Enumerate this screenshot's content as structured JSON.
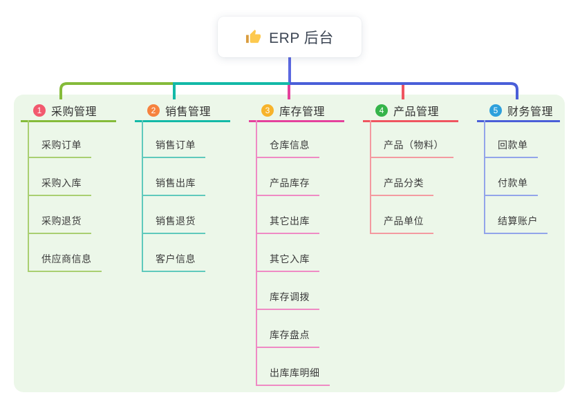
{
  "root": {
    "title": "ERP 后台",
    "icon": "thumbs-up-icon"
  },
  "panel": {
    "background": "#ecf7e9"
  },
  "connectors": {
    "root_line_color": "#5b68e0"
  },
  "branches": [
    {
      "number": "1",
      "label": "采购管理",
      "badge_color": "#f2596e",
      "line_color": "#85bb3a",
      "child_line_color": "#a9cf71",
      "children": [
        "采购订单",
        "采购入库",
        "采购退货",
        "供应商信息"
      ]
    },
    {
      "number": "2",
      "label": "销售管理",
      "badge_color": "#f6823e",
      "line_color": "#13b9a7",
      "child_line_color": "#5fc9bc",
      "children": [
        "销售订单",
        "销售出库",
        "销售退货",
        "客户信息"
      ]
    },
    {
      "number": "3",
      "label": "库存管理",
      "badge_color": "#f7b32b",
      "line_color": "#e4419c",
      "child_line_color": "#ef8ac4",
      "children": [
        "仓库信息",
        "产品库存",
        "其它出库",
        "其它入库",
        "库存调拨",
        "库存盘点",
        "出库库明细"
      ]
    },
    {
      "number": "4",
      "label": "产品管理",
      "badge_color": "#35b44a",
      "line_color": "#ef5560",
      "child_line_color": "#f49aa0",
      "children": [
        "产品（物料）",
        "产品分类",
        "产品单位"
      ]
    },
    {
      "number": "5",
      "label": "财务管理",
      "badge_color": "#2da0dc",
      "line_color": "#4a5fd8",
      "child_line_color": "#92a4ea",
      "children": [
        "回款单",
        "付款单",
        "结算账户"
      ]
    }
  ]
}
